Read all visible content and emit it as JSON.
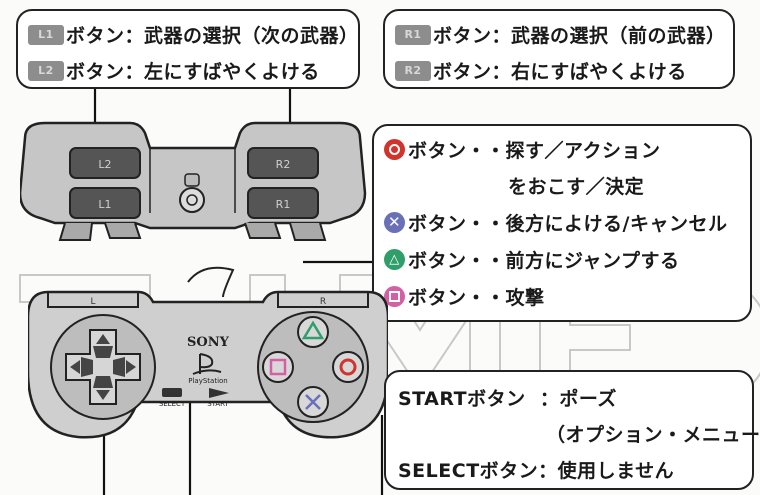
{
  "top_left": {
    "row1": {
      "badge": "L1",
      "text": "ボタン：武器の選択（次の武器）"
    },
    "row2": {
      "badge": "L2",
      "text": "ボタン：左にすばやくよける"
    }
  },
  "top_right": {
    "row1": {
      "badge": "R1",
      "text": "ボタン：武器の選択（前の武器）"
    },
    "row2": {
      "badge": "R2",
      "text": "ボタン：右にすばやくよける"
    }
  },
  "face_buttons": {
    "circle": {
      "label": "ボタン・・探す／アクション",
      "label2": "をおこす／決定",
      "color": "#d0342c"
    },
    "cross": {
      "label": "ボタン・・後方によける/キャンセル",
      "color": "#6a70b8"
    },
    "triangle": {
      "label": "ボタン・・前方にジャンプする",
      "color": "#2f9e6a"
    },
    "square": {
      "label": "ボタン・・攻撃",
      "color": "#d460a4"
    }
  },
  "start_box": {
    "line1": "STARTボタン  ：ポーズ",
    "line2": "（オプション・メニュー）",
    "line3": "SELECTボタン：使用しません"
  },
  "controller": {
    "shoulder": {
      "l2": "L2",
      "l1": "L1",
      "r2": "R2",
      "r1": "R1"
    },
    "top_labels": {
      "l": "L",
      "r": "R"
    },
    "brand": "SONY",
    "playstation": "PlayStation",
    "select": "SELECT",
    "start": "START"
  }
}
